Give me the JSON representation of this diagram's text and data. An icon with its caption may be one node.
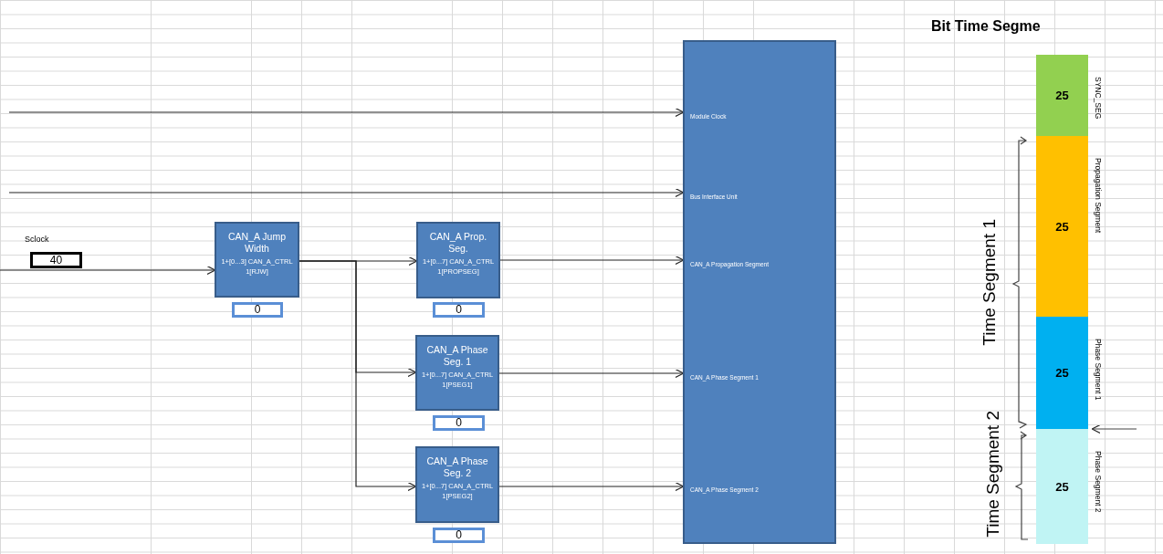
{
  "diagram": {
    "title": "Bit Time Segme",
    "nodes": [
      {
        "text": [
          "Sclock",
          "40"
        ]
      },
      {
        "text": [
          "CAN_A Jump Width",
          "1+[0...3] CAN_A_CTRL1[RJW]"
        ]
      },
      {
        "text": [
          "0"
        ]
      },
      {
        "text": [
          "CAN_A Prop. Seg.",
          "1+[0...7] CAN_A_CTRL1[PROPSEG]"
        ]
      },
      {
        "text": [
          "0"
        ]
      },
      {
        "text": [
          "CAN_A Phase Seg. 1",
          "1+[0...7] CAN_A_CTRL1[PSEG1]"
        ]
      },
      {
        "text": [
          "0"
        ]
      },
      {
        "text": [
          "CAN_A Phase Seg. 2",
          "1+[0...7] CAN_A_CTRL1[PSEG2]"
        ]
      },
      {
        "text": [
          "0"
        ]
      },
      {
        "text": [
          "Module Clock",
          "Bus Interface Unit",
          "CAN_A Propagation Segment",
          "CAN_A Phase Segment 1",
          "CAN_A Phase Segment 2"
        ]
      },
      {
        "text": [
          "25"
        ],
        "beside": [
          "SYNC_SEG"
        ]
      },
      {
        "text": [
          "25"
        ],
        "beside": [
          "Propagation Segment"
        ]
      },
      {
        "text": [
          "25"
        ],
        "beside": [
          "Phase Segment 1"
        ]
      },
      {
        "text": [
          "25"
        ],
        "beside": [
          "Phase Segment 2"
        ]
      }
    ],
    "edges": [
      {
        "from": null,
        "to": 1,
        "arrow": "to"
      },
      {
        "from": 1,
        "to": 3,
        "arrow": "to"
      },
      {
        "from": 1,
        "to": 5,
        "arrow": "to"
      },
      {
        "from": 1,
        "to": 7,
        "arrow": "to"
      },
      {
        "from": null,
        "to": 9,
        "arrow": "to"
      },
      {
        "from": null,
        "to": 9,
        "arrow": "to"
      },
      {
        "from": 3,
        "to": 9,
        "arrow": "to"
      },
      {
        "from": 5,
        "to": 9,
        "arrow": "to"
      },
      {
        "from": 7,
        "to": 9,
        "arrow": "to"
      }
    ],
    "labels": [
      "Time Segment 1",
      "Time Segment 2"
    ]
  }
}
